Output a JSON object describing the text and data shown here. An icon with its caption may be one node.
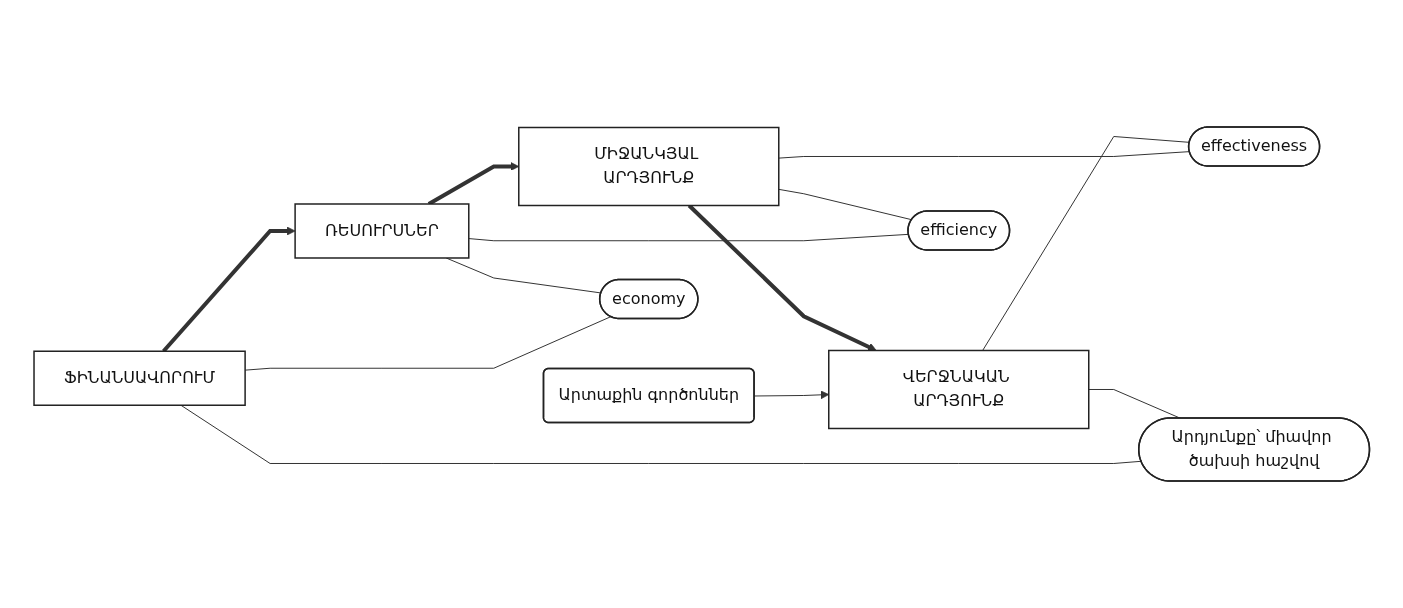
{
  "diagram": {
    "nodes": [
      {
        "text": [
          "Արտաքին գործոններ"
        ]
      },
      {
        "text": [
          "ՖԻՆԱՆՍԱՎՈՐՈՒՄ"
        ]
      },
      {
        "text": [
          "ՌԵՍՈՒՐՍՆԵՐ"
        ]
      },
      {
        "text": [
          "ՄԻՋԱՆԿՅԱԼ ԱՐԴՅՈՒՆՔ"
        ]
      },
      {
        "text": [
          "ՎԵՐՋՆԱԿԱՆ ԱՐԴՅՈՒՆՔ"
        ]
      },
      {
        "text": [
          "economy"
        ]
      },
      {
        "text": [
          "efficiency"
        ]
      },
      {
        "text": [
          "effectiveness"
        ]
      },
      {
        "text": [
          "Արդյունքը՝ միավոր ծախսի հաշվով"
        ]
      }
    ],
    "edges": [
      {
        "from": 0,
        "to": 4,
        "arrow": "to"
      },
      {
        "from": 1,
        "to": 2,
        "arrow": "to",
        "style": "thick"
      },
      {
        "from": 2,
        "to": 3,
        "arrow": "to",
        "style": "thick"
      },
      {
        "from": 3,
        "to": 4,
        "arrow": "to",
        "style": "thick"
      },
      {
        "from": 1,
        "to": 5,
        "arrow": "none"
      },
      {
        "from": 2,
        "to": 5,
        "arrow": "none"
      },
      {
        "from": 2,
        "to": 6,
        "arrow": "none"
      },
      {
        "from": 3,
        "to": 6,
        "arrow": "none"
      },
      {
        "from": 3,
        "to": 7,
        "arrow": "none"
      },
      {
        "from": 4,
        "to": 7,
        "arrow": "none"
      },
      {
        "from": 1,
        "to": 8,
        "arrow": "none"
      },
      {
        "from": 4,
        "to": 8,
        "arrow": "none"
      }
    ]
  }
}
